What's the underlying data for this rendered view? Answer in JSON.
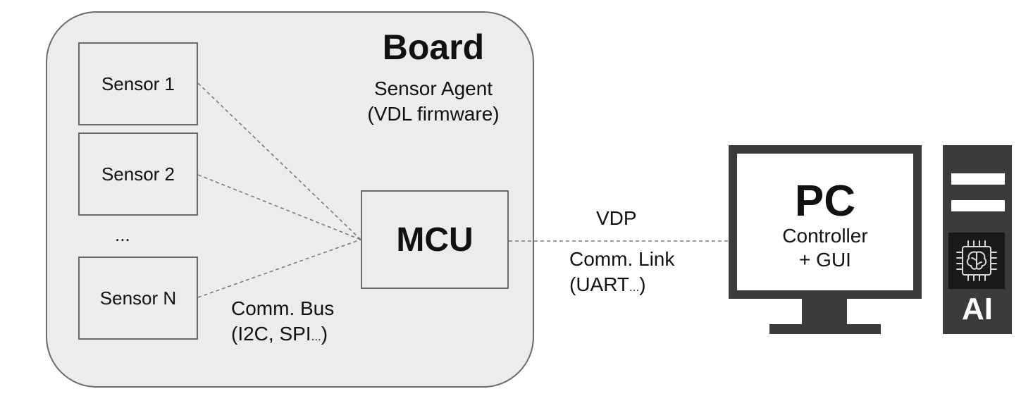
{
  "board": {
    "title": "Board",
    "agent_line1": "Sensor Agent",
    "agent_line2": "(VDL firmware)",
    "sensors": [
      "Sensor 1",
      "Sensor 2",
      "Sensor N"
    ],
    "ellipsis": "...",
    "mcu": "MCU",
    "bus_line1": "Comm. Bus",
    "bus_line2_main": "(I2C, SPI",
    "bus_line2_small": "...",
    "bus_line2_end": ")"
  },
  "link": {
    "protocol": "VDP",
    "line1": "Comm. Link",
    "line2_main": "(UART",
    "line2_small": "...",
    "line2_end": ")"
  },
  "pc": {
    "title": "PC",
    "line1": "Controller",
    "line2": "+ GUI",
    "ai_label": "AI",
    "chip_icon": "brain-chip-icon"
  },
  "colors": {
    "board_fill": "#ececec",
    "border": "#6b6b6b",
    "hardware": "#3b3b3b"
  }
}
